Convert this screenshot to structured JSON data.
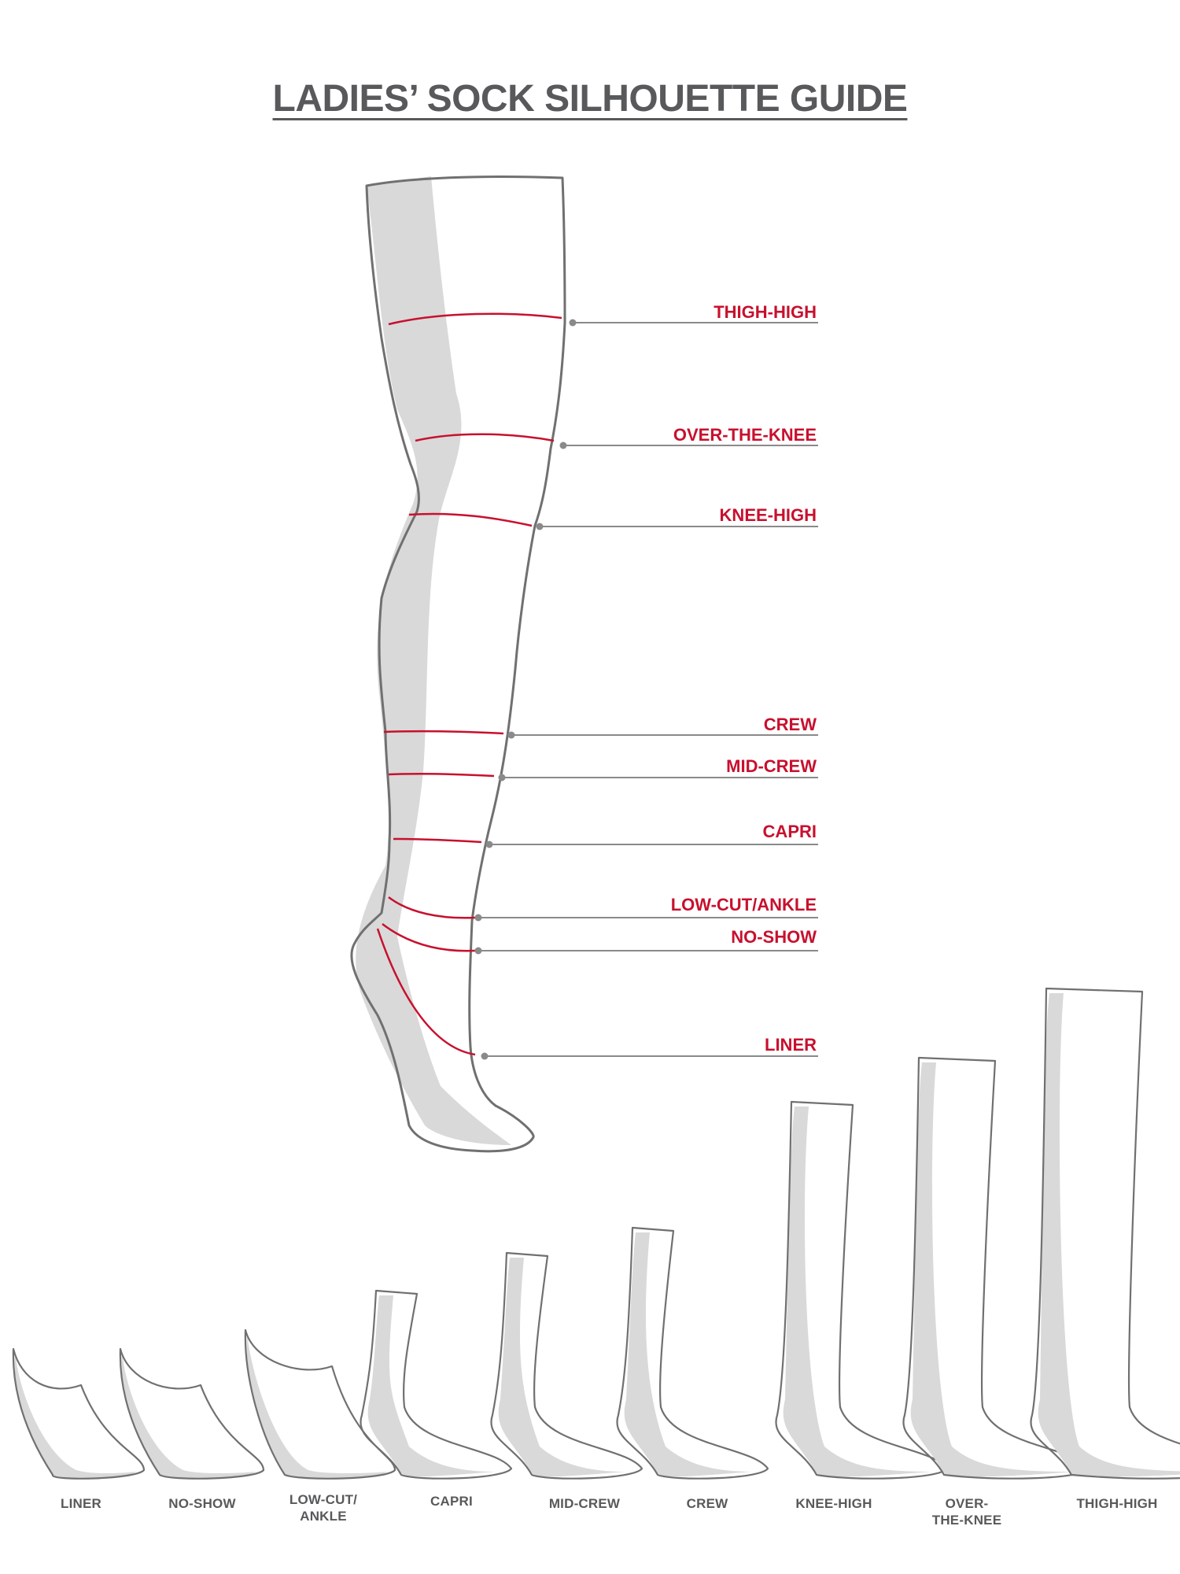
{
  "title": "LADIES’ SOCK SILHOUETTE GUIDE",
  "colors": {
    "outline": "#707070",
    "shade": "#d9d9d9",
    "height_line": "#c8102e",
    "label_text": "#c8102e",
    "leader_line": "#8a8a8a",
    "caption_text": "#58595b"
  },
  "height_labels": [
    "THIGH-HIGH",
    "OVER-THE-KNEE",
    "KNEE-HIGH",
    "CREW",
    "MID-CREW",
    "CAPRI",
    "LOW-CUT/ANKLE",
    "NO-SHOW",
    "LINER"
  ],
  "sock_captions": [
    {
      "line1": "LINER",
      "line2": ""
    },
    {
      "line1": "NO-SHOW",
      "line2": ""
    },
    {
      "line1": "LOW-CUT/",
      "line2": "ANKLE"
    },
    {
      "line1": "CAPRI",
      "line2": ""
    },
    {
      "line1": "MID-CREW",
      "line2": ""
    },
    {
      "line1": "CREW",
      "line2": ""
    },
    {
      "line1": "KNEE-HIGH",
      "line2": ""
    },
    {
      "line1": "OVER-",
      "line2": "THE-KNEE"
    },
    {
      "line1": "THIGH-HIGH",
      "line2": ""
    }
  ]
}
